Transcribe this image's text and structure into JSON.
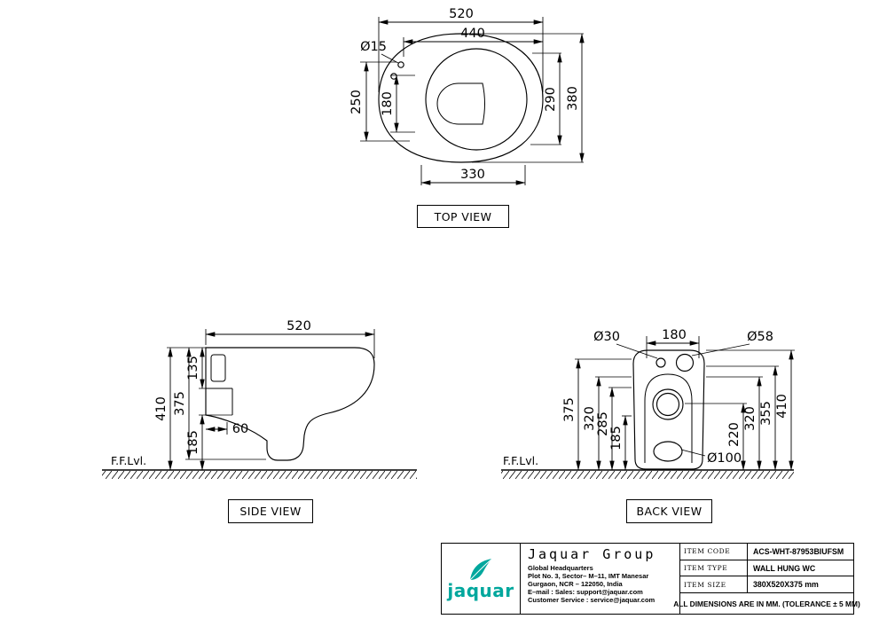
{
  "views": {
    "top": {
      "label": "TOP VIEW",
      "dim_520": "520",
      "dim_440": "440",
      "dim_d15": "Ø15",
      "dim_250": "250",
      "dim_180": "180",
      "dim_290": "290",
      "dim_380": "380",
      "dim_330": "330"
    },
    "side": {
      "label": "SIDE VIEW",
      "ffl": "F.F.Lvl.",
      "dim_520": "520",
      "dim_410": "410",
      "dim_375": "375",
      "dim_135": "135",
      "dim_185": "185",
      "dim_60": "60"
    },
    "back": {
      "label": "BACK VIEW",
      "ffl": "F.F.Lvl.",
      "dim_d30": "Ø30",
      "dim_180": "180",
      "dim_d58": "Ø58",
      "dim_375": "375",
      "dim_320_left": "320",
      "dim_285": "285",
      "dim_185": "185",
      "dim_220": "220",
      "dim_320_right": "320",
      "dim_355": "355",
      "dim_410": "410",
      "dim_d100": "Ø100"
    }
  },
  "title_block": {
    "logo_text": "jaquar",
    "company": "Jaquar Group",
    "address": {
      "line1": "Global Headquarters",
      "line2": "Plot No. 3, Sector– M–11, IMT Manesar",
      "line3": "Gurgaon, NCR – 122050, India",
      "line4": "E–mail : Sales: support@jaquar.com",
      "line5": "Customer Service : service@jaquar.com"
    },
    "table": {
      "row1_key": "ITEM CODE",
      "row1_value": "ACS-WHT-87953BIUFSM",
      "row2_key": "ITEM TYPE",
      "row2_value": "WALL HUNG WC",
      "row3_key": "ITEM SIZE",
      "row3_value": "380X520X375 mm"
    },
    "note": "ALL DIMENSIONS ARE IN MM. (TOLERANCE ± 5 MM)"
  },
  "colors": {
    "brand_teal": "#00A79D",
    "line": "#000000"
  }
}
